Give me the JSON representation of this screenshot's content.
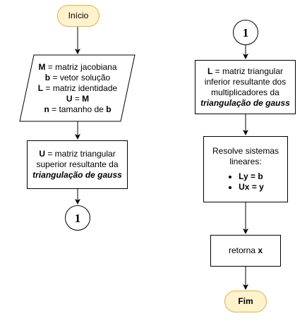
{
  "start": {
    "label": "Início"
  },
  "input_box": {
    "l1_b": "M",
    "l1_t": " = matriz jacobiana",
    "l2_b": "b",
    "l2_t": " = vetor solução",
    "l3_b": "L",
    "l3_t": " = matriz identidade",
    "l4_b": "U",
    "l4_t": " = ",
    "l4_b2": "M",
    "l5_b": "n",
    "l5_t": " = tamanho de ",
    "l5_b2": "b"
  },
  "upper_box": {
    "l1_b": "U",
    "l1_t": " = matriz triangular",
    "l2": "superior resultante da",
    "l3_bi": "triangulação de gauss"
  },
  "connector_left": {
    "label": "1"
  },
  "connector_right": {
    "label": "1"
  },
  "lower_box": {
    "l1_b": "L",
    "l1_t": " = matriz triangular",
    "l2": "inferior resultante dos",
    "l3": "multiplicadores da",
    "l4_bi": "triangulação de gauss"
  },
  "solve_box": {
    "l1": "Resolve sistemas",
    "l2": "lineares:",
    "items": [
      "Ly = b",
      "Ux = y"
    ]
  },
  "return_box": {
    "t": "retorna ",
    "b": "x"
  },
  "end": {
    "label": "Fim"
  }
}
